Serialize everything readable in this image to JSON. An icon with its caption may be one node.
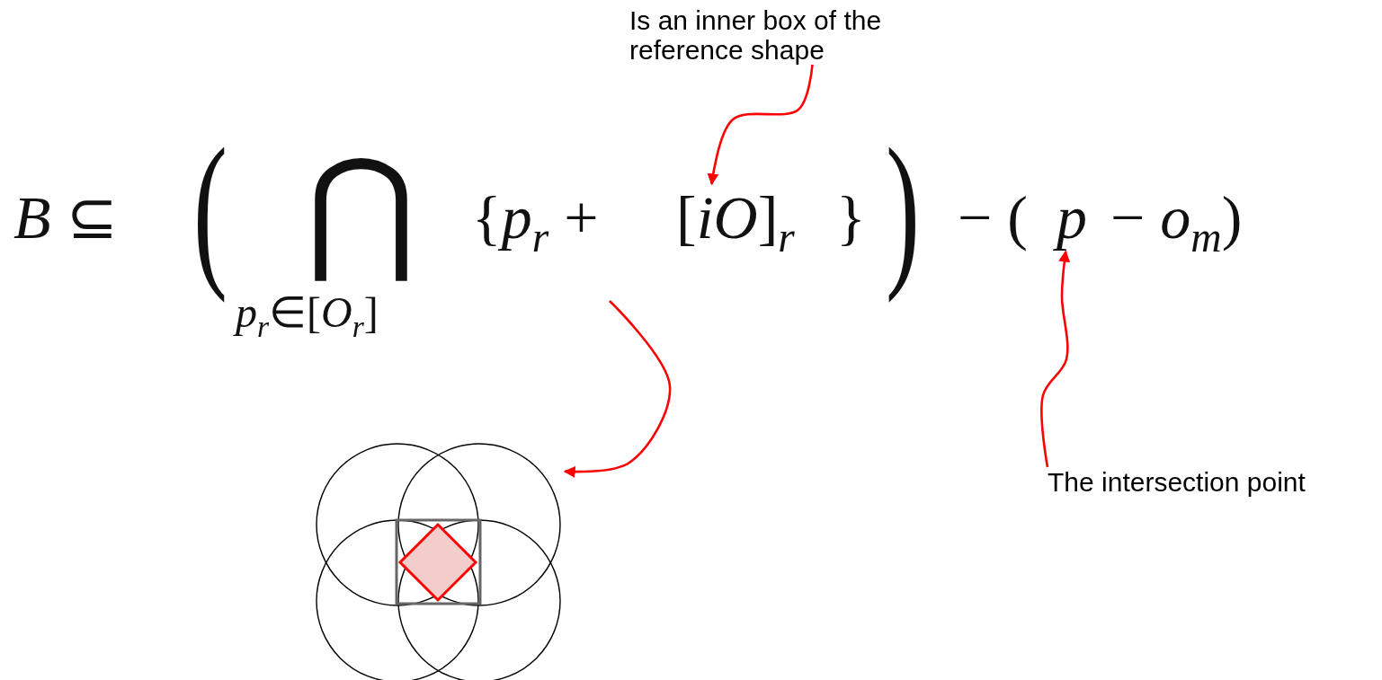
{
  "diagram": {
    "nodes": [
      {
        "text": [
          "Is an inner box of the reference shape"
        ]
      },
      {
        "text": [
          "[*iO*]$_{r}$"
        ]
      },
      {
        "text": [
          "p"
        ]
      },
      {
        "text": [
          "The intersection point"
        ]
      },
      {
        "text": [],
        "shape": "picture"
      }
    ],
    "edges": [
      {
        "from": 0,
        "to": 1,
        "arrow": "to",
        "color": "#ff0000"
      },
      {
        "from": 3,
        "to": 2,
        "arrow": "to",
        "color": "#ff0000"
      },
      {
        "from": null,
        "to": 4,
        "arrow": "to",
        "color": "#ff0000"
      }
    ],
    "labels": [
      "*B* ⊆",
      "(",
      "⋂",
      "*p*$_{r}$∈[*O*$_{r}$]",
      "{*p*$_{r}$ +",
      "}",
      ")",
      "− (",
      "− *o*$_{m}$)"
    ]
  }
}
